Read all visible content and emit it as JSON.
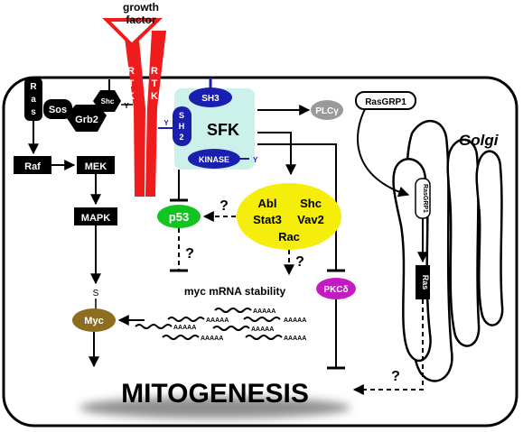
{
  "growth_factor": {
    "line1": "growth",
    "line2": "factor"
  },
  "rtk": {
    "letters": [
      "R",
      "T",
      "K"
    ]
  },
  "ras_vertical": {
    "letters": [
      "R",
      "a",
      "s"
    ]
  },
  "sos": "Sos",
  "grb2": "Grb2",
  "shc_small": "Shc",
  "y_mark": "Y",
  "raf": "Raf",
  "mek": "MEK",
  "mapk": "MAPK",
  "s_mark": "S",
  "myc": "Myc",
  "sfk": {
    "title": "SFK",
    "sh3": "SH3",
    "sh2_letters": [
      "S",
      "H",
      "2"
    ],
    "kinase": "KINASE",
    "y_sh2": "Y",
    "y_kinase": "Y"
  },
  "plc": "PLCγ",
  "rasgrp1": "RasGRP1",
  "golgi": {
    "label": "Golgi",
    "rasgrp1": "RasGRP1",
    "ras": "Ras"
  },
  "substrates": {
    "abl": "Abl",
    "shc": "Shc",
    "stat3": "Stat3",
    "vav2": "Vav2",
    "rac": "Rac"
  },
  "p53": "p53",
  "question": "?",
  "myc_mrna": "myc mRNA stability",
  "polya": "AAAAA",
  "pkc": "PKCδ",
  "mitogenesis": "MITOGENESIS",
  "colors": {
    "rtk_red": "#ee1c1c",
    "sfk_bg": "#ccf0ea",
    "domain_blue": "#1a1fb0",
    "p53_green": "#11c41f",
    "substrate_yellow": "#f5ee0a",
    "myc_olive": "#8b6e22",
    "plc_grey": "#9a9a9a",
    "pkc_magenta": "#c41ac4"
  }
}
